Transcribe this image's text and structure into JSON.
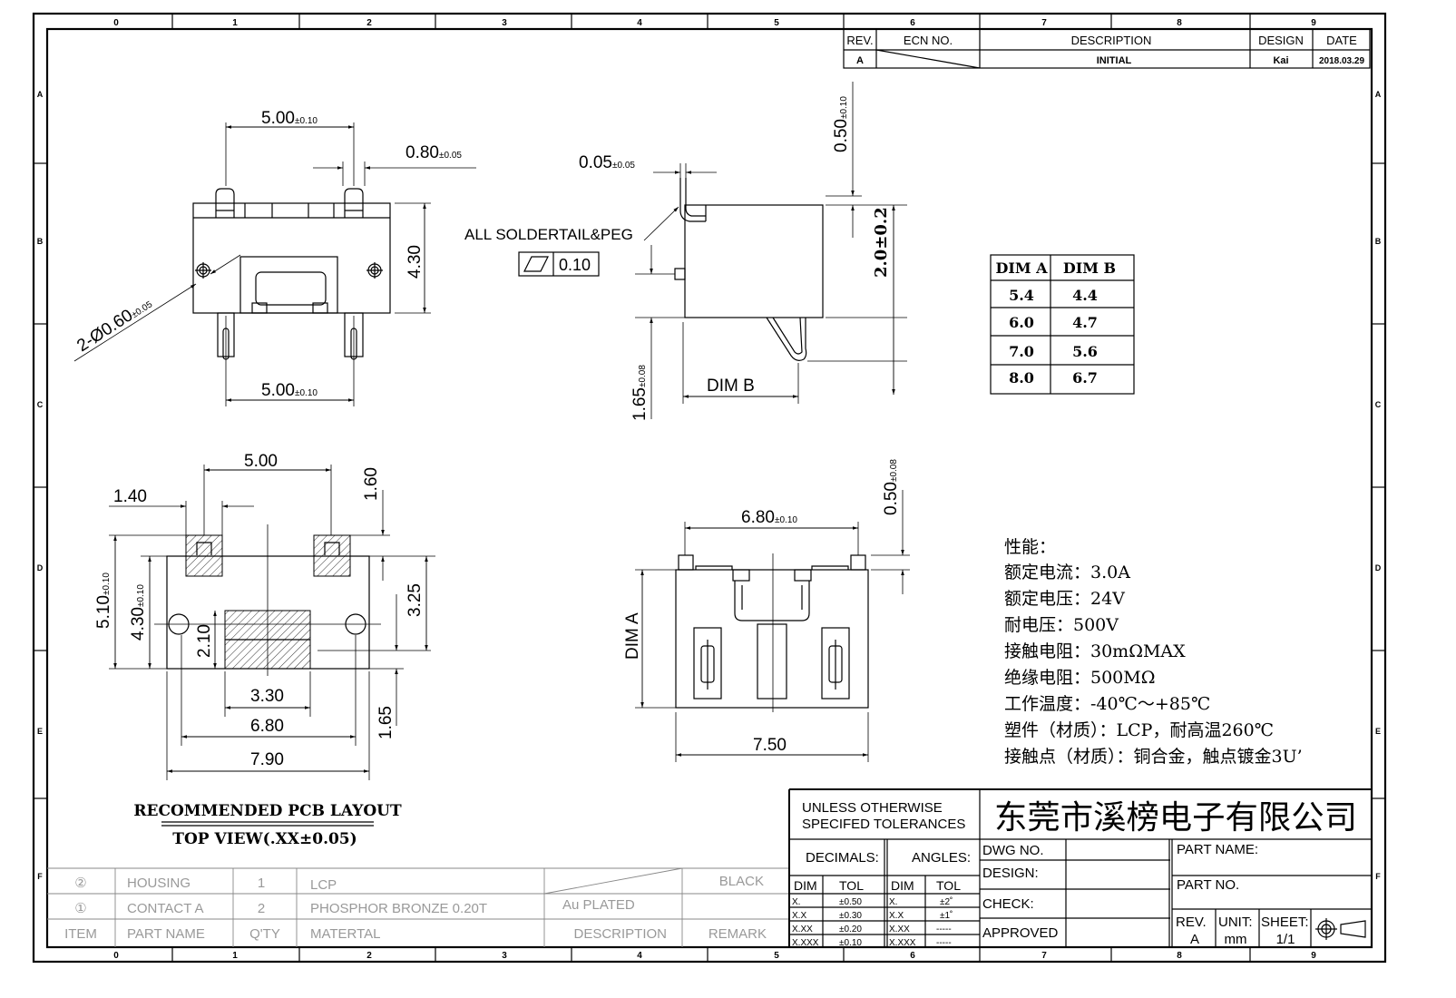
{
  "frame": {
    "col_labels": [
      "0",
      "1",
      "2",
      "3",
      "4",
      "5",
      "6",
      "7",
      "8",
      "9"
    ],
    "row_labels": [
      "A",
      "B",
      "C",
      "D",
      "E",
      "F"
    ]
  },
  "revision_table": {
    "headers": {
      "rev": "REV.",
      "ecn_no": "ECN  NO.",
      "description": "DESCRIPTION",
      "design": "DESIGN",
      "date": "DATE"
    },
    "row": {
      "rev": "A",
      "description": "INITIAL",
      "design": "Kai",
      "date": "2018.03.29"
    }
  },
  "top_view": {
    "dim_top": {
      "value": "5.00",
      "tol": "±0.10"
    },
    "dim_pin": {
      "value": "0.80",
      "tol": "±0.05"
    },
    "dim_height": "4.30",
    "dim_hole": {
      "value": "2-Ø0.60",
      "tol": "±0.05"
    },
    "dim_bottom": {
      "value": "5.00",
      "tol": "±0.10"
    }
  },
  "side_view": {
    "note": "ALL  SOLDERTAIL&PEG",
    "flatness": "0.10",
    "dim_gap": {
      "value": "0.05",
      "tol": "±0.05"
    },
    "dim_top": {
      "value": "0.50",
      "tol": "±0.10"
    },
    "dim_height": "2.0±0.2",
    "dim_leg": {
      "value": "1.65",
      "tol": "±0.08"
    },
    "dim_b": "DIM  B"
  },
  "dim_table": {
    "headers": [
      "DIM A",
      "DIM B"
    ],
    "rows": [
      [
        "5.4",
        "4.4"
      ],
      [
        "6.0",
        "4.7"
      ],
      [
        "7.0",
        "5.6"
      ],
      [
        "8.0",
        "6.7"
      ]
    ]
  },
  "pcb_layout": {
    "title": "RECOMMENDED PCB LAYOUT",
    "subtitle": "TOP VIEW(.XX±0.05)",
    "dim_pitch": "5.00",
    "dim_pad_w": "1.40",
    "dim_pad_h": "1.60",
    "dim_total_h": {
      "value": "5.10",
      "tol": "±0.10"
    },
    "dim_body_h": {
      "value": "4.30",
      "tol": "±0.10"
    },
    "dim_center_h": "2.10",
    "dim_3_25": "3.25",
    "dim_center_w": "3.30",
    "dim_1_65": "1.65",
    "dim_hole_pitch": "6.80",
    "dim_total_w": "7.90"
  },
  "front_view": {
    "dim_width": {
      "value": "6.80",
      "tol": "±0.10"
    },
    "dim_top": {
      "value": "0.50",
      "tol": "±0.08"
    },
    "dim_a": "DIM  A",
    "dim_total_w": "7.50"
  },
  "specs": [
    "性能：",
    "额定电流：3.0A",
    "额定电压：24V",
    "耐电压：500V",
    "接触电阻：30mΩMAX",
    "绝缘电阻：500MΩ",
    "工作温度：-40℃～+85℃",
    "塑件（材质）：LCP，耐高温260℃",
    "接触点（材质）：铜合金，触点镀金3U’"
  ],
  "parts_table": {
    "rows": [
      {
        "item": "②",
        "part_name": "HOUSING",
        "qty": "1",
        "material": "LCP",
        "description": "",
        "remark": "BLACK"
      },
      {
        "item": "①",
        "part_name": "CONTACT A",
        "qty": "2",
        "material": "PHOSPHOR  BRONZE  0.20T",
        "description": "Au  PLATED",
        "remark": ""
      }
    ],
    "headers": {
      "item": "ITEM",
      "part_name": "PART  NAME",
      "qty": "Q'TY",
      "material": "MATERTAL",
      "description": "DESCRIPTION",
      "remark": "REMARK"
    }
  },
  "title_block": {
    "tolerance_note_1": "UNLESS  OTHERWISE",
    "tolerance_note_2": "SPECIFED  TOLERANCES",
    "company": "东莞市溪榜电子有限公司",
    "decimals_label": "DECIMALS:",
    "angles_label": "ANGLES:",
    "dim_label": "DIM",
    "tol_label": "TOL",
    "decimals": [
      [
        "X.",
        "±0.50"
      ],
      [
        "X.X",
        "±0.30"
      ],
      [
        "X.XX",
        "±0.20"
      ],
      [
        "X.XXX",
        "±0.10"
      ]
    ],
    "angles": [
      [
        "X.",
        "±2˚"
      ],
      [
        "X.X",
        "±1˚"
      ],
      [
        "X.XX",
        "-----"
      ],
      [
        "X.XXX",
        "-----"
      ]
    ],
    "dwg_no_label": "DWG  NO.",
    "design_label": "DESIGN:",
    "check_label": "CHECK:",
    "approved_label": "APPROVED",
    "part_name_label": "PART  NAME:",
    "part_no_label": "PART  NO.",
    "rev_label": "REV.",
    "rev_value": "A",
    "unit_label": "UNIT:",
    "unit_value": "mm",
    "sheet_label": "SHEET:",
    "sheet_value": "1/1"
  }
}
